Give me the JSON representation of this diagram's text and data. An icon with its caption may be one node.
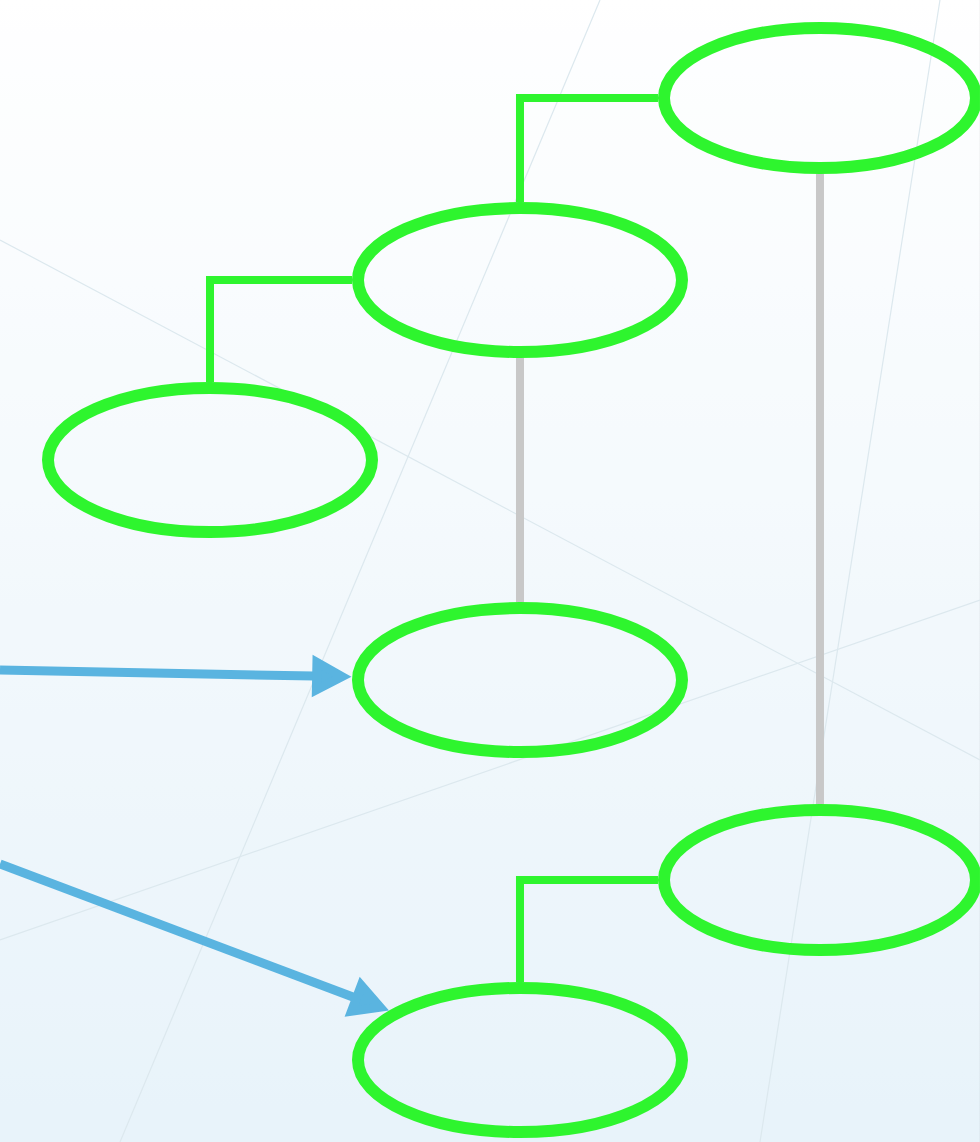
{
  "diagram": {
    "nodes": [
      {
        "text": [],
        "shape": "ellipse"
      },
      {
        "text": [],
        "shape": "ellipse"
      },
      {
        "text": [],
        "shape": "ellipse"
      },
      {
        "text": [],
        "shape": "ellipse"
      },
      {
        "text": [],
        "shape": "ellipse"
      },
      {
        "text": [],
        "shape": "ellipse"
      }
    ],
    "edges": [
      {
        "from": 1,
        "to": 0,
        "arrow": "none"
      },
      {
        "from": 2,
        "to": 1,
        "arrow": "none"
      },
      {
        "from": 1,
        "to": 3,
        "arrow": "none",
        "color": "#c8c8c8"
      },
      {
        "from": 0,
        "to": 4,
        "arrow": "none",
        "color": "#c8c8c8"
      },
      {
        "from": 5,
        "to": 4,
        "arrow": "none"
      },
      {
        "from": null,
        "to": 3,
        "arrow": "to",
        "color": "#5ab4e0"
      },
      {
        "from": null,
        "to": 5,
        "arrow": "to",
        "color": "#5ab4e0"
      }
    ]
  }
}
